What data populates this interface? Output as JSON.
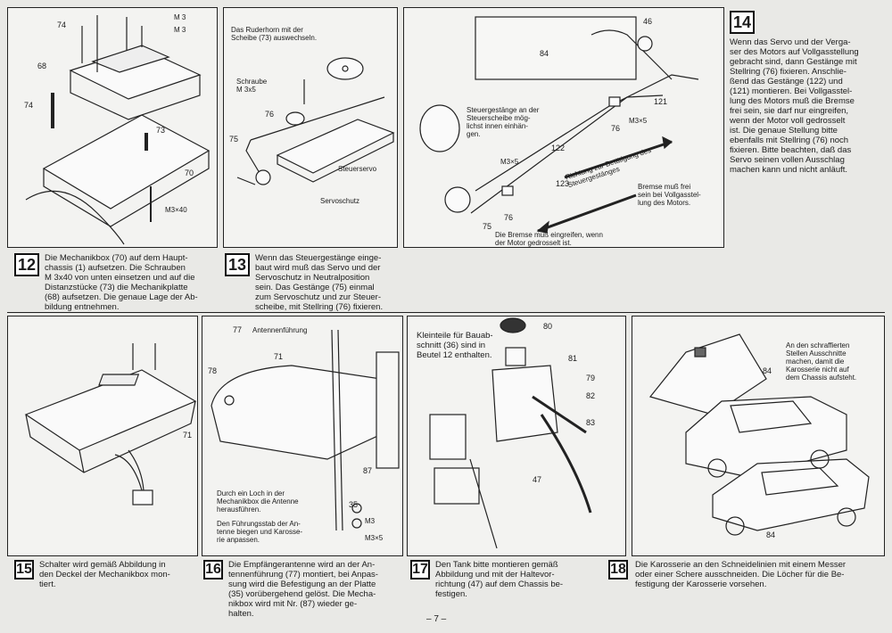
{
  "steps": [
    {
      "num": "12",
      "text": "Die Mechanikbox (70) auf dem Haupt-\nchassis (1) aufsetzen. Die Schrauben\nM 3x40 von unten einsetzen und auf die\nDistanzstücke (73) die Mechanikplatte\n(68) aufsetzen. Die genaue Lage der Ab-\nbildung entnehmen."
    },
    {
      "num": "13",
      "text": "Wenn das Steuergestänge einge-\nbaut wird muß das Servo und der\nServoschutz in Neutralposition\nsein. Das Gestänge (75) einmal\nzum Servoschutz und zur Steuer-\nscheibe, mit Stellring (76) fixieren."
    },
    {
      "num": "14",
      "text": "Wenn das Servo und der Verga-\nser des Motors auf Vollgasstellung\ngebracht sind, dann Gestänge mit\nStellring (76) fixieren. Anschlie-\nßend das Gestänge (122) und\n(121) montieren. Bei Vollgasstel-\nlung des Motors muß die Bremse\nfrei sein, sie darf nur eingreifen,\nwenn der Motor voll gedrosselt\nist. Die genaue Stellung bitte\nebenfalls mit Stellring (76) noch\nfixieren. Bitte beachten, daß das\nServo seinen vollen Ausschlag\nmachen kann und nicht anläuft."
    },
    {
      "num": "15",
      "text": "Schalter wird gemäß Abbildung in\nden Deckel der Mechanikbox mon-\ntiert."
    },
    {
      "num": "16",
      "text": "Die Empfängerantenne wird an der An-\ntennenführung (77) montiert, bei Anpas-\nsung wird die Befestigung an der Platte\n(35) vorübergehend gelöst. Die Mecha-\nnikbox wird mit Nr. (87) wieder ge-\nhalten."
    },
    {
      "num": "17",
      "text": "Den Tank bitte montieren gemäß\nAbbildung und mit der Haltevor-\nrichtung (47) auf dem Chassis be-\nfestigen."
    },
    {
      "num": "18",
      "text": "Die Karosserie an den Schneidelinien mit einem Messer\noder einer Schere ausschneiden. Die Löcher für die Be-\nfestigung der Karosserie vorsehen."
    }
  ],
  "p12": {
    "m3a": "M 3",
    "m3b": "M 3",
    "m3x40": "M3×40",
    "parts": [
      "74",
      "68",
      "74",
      "73",
      "70"
    ]
  },
  "p13": {
    "ruderhorn": "Das Ruderhorn mit der\nScheibe (73) auswechseln.",
    "schraube": "Schraube\nM 3x5",
    "steuerservo": "Steuerservo",
    "servoschutz": "Servoschutz",
    "parts": [
      "76",
      "75"
    ]
  },
  "p14": {
    "steuergestaenge": "Steuergestänge an der\nSteuerscheibe mög-\nlichst innen einhän-\ngen.",
    "m3x5a": "M3×5",
    "m3x5b": "M3×5",
    "richtung": "Richtung zur Betätigung des\nSteuergestänges",
    "bremse": "Bremse muß frei\nsein bei Vollgasstel-\nlung des Motors.",
    "bremse2": "Die Bremse muß eingreifen, wenn\nder Motor gedrosselt ist.",
    "parts": [
      "46",
      "84",
      "121",
      "76",
      "122",
      "123",
      "76",
      "75"
    ]
  },
  "p16": {
    "antenne": "Antennenführung",
    "loch": "Durch ein Loch in der\nMechanikbox die Antenne\nherausführen.",
    "fuehrung": "Den Führungsstab der An-\ntenne biegen und Karosse-\nrie anpassen.",
    "m3": "M3",
    "m3x5": "M3×5",
    "parts": [
      "77",
      "78",
      "71",
      "87",
      "35"
    ]
  },
  "p17": {
    "kleinteile": "Kleinteile für Bauab-\nschnitt (36) sind in\nBeutel 12 enthalten.",
    "parts": [
      "80",
      "81",
      "79",
      "82",
      "83",
      "47"
    ]
  },
  "p18": {
    "schraffiert": "An den schraffierten\nStellen Ausschnitte\nmachen, damit die\nKarosserie nicht auf\ndem Chassis aufsteht.",
    "parts": [
      "84",
      "84"
    ]
  },
  "p15": {
    "parts": [
      "71"
    ]
  },
  "page": "– 7 –"
}
